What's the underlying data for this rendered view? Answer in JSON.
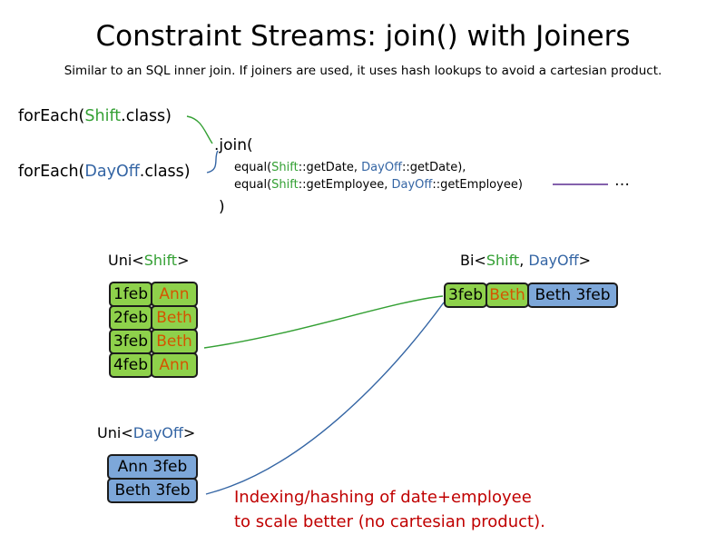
{
  "title": "Constraint Streams: join() with Joiners",
  "subtitle": "Similar to an SQL inner join. If joiners are used, it uses hash lookups to avoid a cartesian product.",
  "code": {
    "foreach_shift": {
      "pre": "forEach(",
      "type": "Shift",
      "post": ".class)"
    },
    "foreach_dayoff": {
      "pre": "forEach(",
      "type": "DayOff",
      "post": ".class)"
    },
    "join_open": ".join(",
    "equal_date": {
      "pre": "equal(",
      "shift": "Shift",
      "mid": "::getDate, ",
      "dayoff": "DayOff",
      "post": "::getDate),"
    },
    "equal_employee": {
      "pre": "equal(",
      "shift": "Shift",
      "mid": "::getEmployee, ",
      "dayoff": "DayOff",
      "post": "::getEmployee)"
    },
    "join_close": ")",
    "ellipsis": "…"
  },
  "labels": {
    "uni_shift": {
      "pre": "Uni<",
      "type": "Shift",
      "post": ">"
    },
    "bi": {
      "pre": "Bi<",
      "shift": "Shift",
      "sep": ", ",
      "dayoff": "DayOff",
      "post": ">"
    },
    "uni_dayoff": {
      "pre": "Uni<",
      "type": "DayOff",
      "post": ">"
    }
  },
  "shift_table": {
    "rows": [
      {
        "date": "1feb",
        "name": "Ann"
      },
      {
        "date": "2feb",
        "name": "Beth"
      },
      {
        "date": "3feb",
        "name": "Beth"
      },
      {
        "date": "4feb",
        "name": "Ann"
      }
    ]
  },
  "result_row": {
    "date": "3feb",
    "name": "Beth",
    "pair": "Beth 3feb"
  },
  "dayoff_table": {
    "rows": [
      "Ann 3feb",
      "Beth 3feb"
    ]
  },
  "note": {
    "line1": "Indexing/hashing of date+employee",
    "line2": "to scale better (no cartesian product)."
  },
  "colors": {
    "shift_green": "#34a034",
    "dayoff_blue": "#3465a4",
    "name_orange": "#d45500",
    "note_red": "#c00000",
    "green_fill": "#8ed14b",
    "blue_fill": "#7da7d9",
    "line_purple": "#5c2d91"
  }
}
